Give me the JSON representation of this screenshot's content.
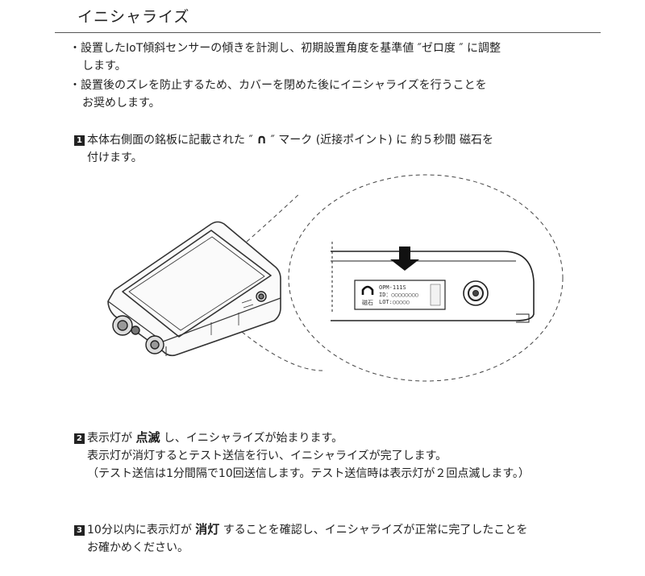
{
  "title": "イニシャライズ",
  "bullets": [
    {
      "line1": "・設置したIoT傾斜センサーの傾きを計測し、初期設置角度を基準値 ″ゼロ度 ″ に調整",
      "line2": "します。"
    },
    {
      "line1": "・設置後のズレを防止するため、カバーを閉めた後にイニシャライズを行うことを",
      "line2": "お奨めします。"
    }
  ],
  "step1": {
    "num": "1",
    "text_a": "本体右側面の銘板に記載された ″",
    "mark": "∩",
    "text_b": "″ マーク (近接ポイント) に 約５秒間 磁石を",
    "line2": "付けます。"
  },
  "plate": {
    "magnet_label": "磁石",
    "model": "OPM-111S",
    "id": "ID：○○○○○○○○",
    "lot": "LOT:○○○○○"
  },
  "step2": {
    "num": "2",
    "text_a": "表示灯が",
    "bold": "点滅",
    "text_b": "し、イニシャライズが始まります。",
    "line2": "表示灯が消灯するとテスト送信を行い、イニシャライズが完了します。",
    "line3": "（テスト送信は1分間隔で10回送信します。テスト送信時は表示灯が２回点滅します。）"
  },
  "step3": {
    "num": "3",
    "text_a": "10分以内に表示灯が",
    "bold": "消灯",
    "text_b": "することを確認し、イニシャライズが正常に完了したことを",
    "line2": "お確かめください。"
  }
}
